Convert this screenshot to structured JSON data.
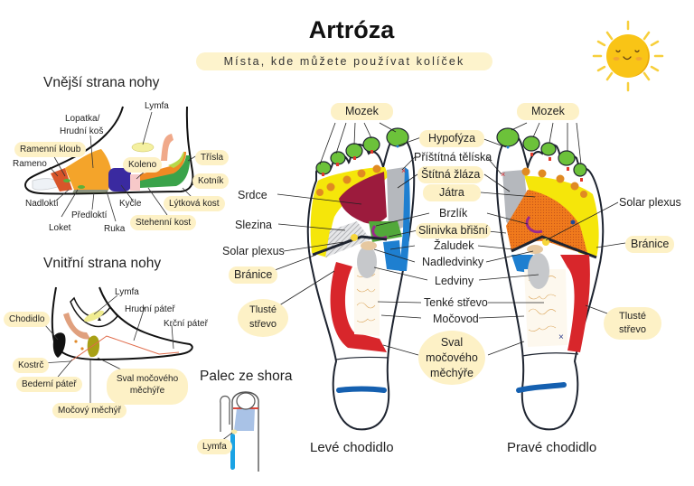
{
  "header": {
    "title": "Artróza",
    "subtitle": "Místa, kde můžete používat kolíček"
  },
  "decoration": {
    "icon": "smiling-sun-icon"
  },
  "outer_side": {
    "title": "Vnější strana nohy",
    "labels": {
      "lymfa": "Lymfa",
      "lopatka_1": "Lopatka/",
      "lopatka_2": "Hrudní koš",
      "ramenni_kloub": "Ramenní kloub",
      "rameno": "Rameno",
      "koleno": "Koleno",
      "trisla": "Třísla",
      "kotnik": "Kotník",
      "lytkova_kost": "Lýtková kost",
      "nadlokti": "Nadloktí",
      "predlokti": "Předloktí",
      "loket": "Loket",
      "ruka": "Ruka",
      "kycle": "Kyčle",
      "stehenni_kost": "Stehenní kost"
    }
  },
  "inner_side": {
    "title": "Vnitřní strana nohy",
    "labels": {
      "lymfa": "Lymfa",
      "hrudni_pater": "Hrudní páteř",
      "krcni_pater": "Krční páteř",
      "chodidlo": "Chodidlo",
      "kostrc": "Kostrč",
      "bederni_pater": "Bederní páteř",
      "sval_1": "Sval močového",
      "sval_2": "měchýře",
      "mocovy_mechyr": "Močový měchýř"
    }
  },
  "thumb_top": {
    "title": "Palec ze shora",
    "labels": {
      "lymfa": "Lymfa"
    }
  },
  "soles": {
    "left_caption": "Levé chodidlo",
    "right_caption": "Pravé chodidlo",
    "labels": {
      "mozek_left": "Mozek",
      "mozek_right": "Mozek",
      "hypofyza": "Hypofýza",
      "pristitna": "Příštítná tělíska",
      "stitna": "Štítná žláza",
      "jatra": "Játra",
      "srdce": "Srdce",
      "brzlik": "Brzlík",
      "slezina": "Slezina",
      "slinivka": "Slinivka břišní",
      "solar_left": "Solar plexus",
      "solar_right": "Solar plexus",
      "zaludek": "Žaludek",
      "branice_left": "Bránice",
      "branice_right": "Bránice",
      "nadledvinky": "Nadledvinky",
      "ledviny": "Ledviny",
      "tluste_left_1": "Tlusté",
      "tluste_left_2": "střevo",
      "tluste_right_1": "Tlusté",
      "tluste_right_2": "střevo",
      "tenke": "Tenké střevo",
      "mocovod": "Močovod",
      "sval_1": "Sval",
      "sval_2": "močového",
      "sval_3": "měchýře"
    }
  },
  "colors": {
    "pill": "#fdf1c6",
    "yellow": "#f5e60a",
    "green": "#6cc23a",
    "red": "#d8262b",
    "blue": "#1e7fd0",
    "orange": "#f08a24",
    "maroon": "#9c1b3d",
    "gray": "#b5b8bd"
  }
}
